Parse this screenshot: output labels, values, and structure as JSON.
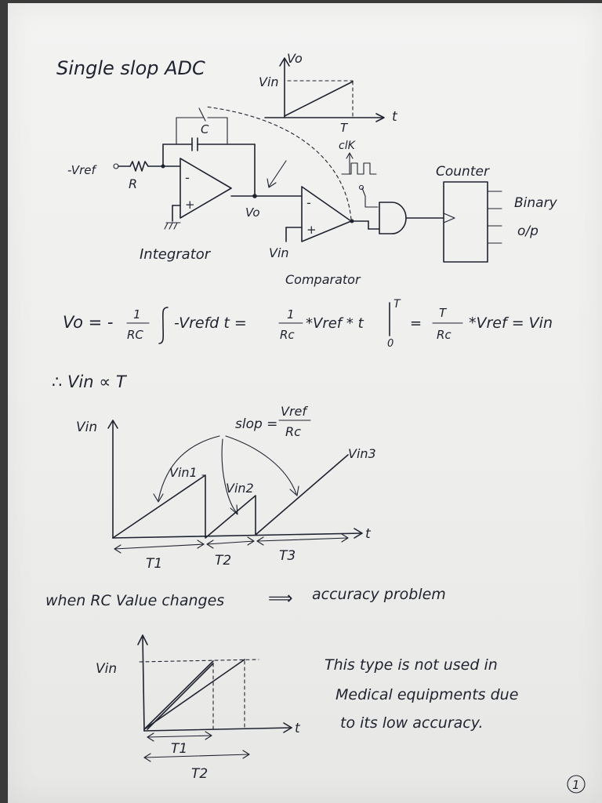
{
  "title": "Single slop ADC",
  "circuit": {
    "input_label": "-Vref",
    "resistor_label": "R",
    "capacitor_label": "C",
    "integrator_label": "Integrator",
    "vo_label": "Vo",
    "vin_label": "Vin",
    "comparator_label": "Comparator",
    "clk_label": "clK",
    "counter_label": "Counter",
    "output_label_1": "Binary",
    "output_label_2": "o/p",
    "minus_sign": "-",
    "plus_sign": "+"
  },
  "ramp_plot": {
    "y_label": "Vo",
    "level_label": "Vin",
    "x_label": "t",
    "tick_label": "T"
  },
  "equation": {
    "lhs": "Vo = -",
    "frac1_num": "1",
    "frac1_den": "RC",
    "integral_body": "-Vrefd t  =",
    "frac2_num": "1",
    "frac2_den": "Rc",
    "middle": "*Vref * t",
    "upper_limit": "T",
    "lower_limit": "0",
    "equals": "=",
    "frac3_num": "T",
    "frac3_den": "Rc",
    "rhs": "*Vref = Vin"
  },
  "conclusion": "∴ Vin ∝ T",
  "sawtooth_plot": {
    "y_label": "Vin",
    "x_label": "t",
    "slope_text": "slop =",
    "slope_num": "Vref",
    "slope_den": "Rc",
    "peaks": [
      "Vin1",
      "Vin2",
      "Vin3"
    ],
    "periods": [
      "T1",
      "T2",
      "T3"
    ]
  },
  "rc_note": "when RC Value changes",
  "arrow_text": "⟹",
  "rc_result": "accuracy problem",
  "accuracy_plot": {
    "y_label": "Vin",
    "x_label": "t",
    "periods": [
      "T1",
      "T2"
    ]
  },
  "side_note": [
    "This type is not used in",
    "Medical equipments due",
    "to its low accuracy."
  ],
  "page_number": "1"
}
